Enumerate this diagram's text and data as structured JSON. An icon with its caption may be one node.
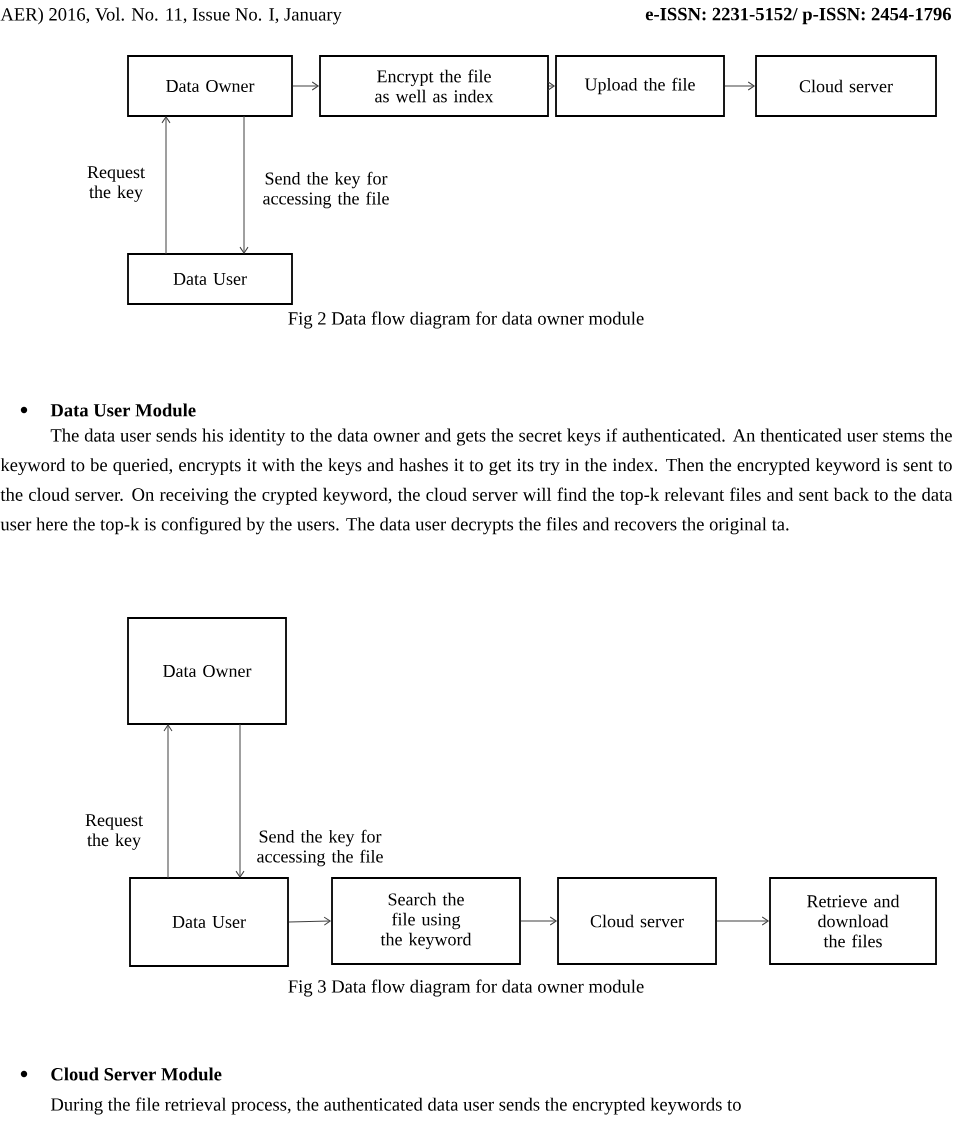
{
  "diagram": {
    "nodes": [
      {
        "text": [
          "Data Owner"
        ]
      },
      {
        "text": [
          "Encrypt the file as well as index"
        ]
      },
      {
        "text": [
          "Upload the file"
        ]
      },
      {
        "text": [
          "Cloud server"
        ]
      },
      {
        "text": [
          "Data User"
        ]
      },
      {
        "text": [
          "Data Owner"
        ]
      },
      {
        "text": [
          "Data User"
        ]
      },
      {
        "text": [
          "Search the file using the keyword"
        ]
      },
      {
        "text": [
          "Cloud server"
        ]
      },
      {
        "text": [
          "Retrieve and download the files"
        ]
      }
    ],
    "edges": [
      {
        "from": 0,
        "to": 1,
        "arrow": "to"
      },
      {
        "from": 1,
        "to": 2,
        "arrow": "to"
      },
      {
        "from": 2,
        "to": 3,
        "arrow": "to"
      },
      {
        "from": 4,
        "to": 0,
        "arrow": "to",
        "label": "Request the key"
      },
      {
        "from": 0,
        "to": 4,
        "arrow": "to",
        "label": "Send the key for accessing the file"
      },
      {
        "from": 6,
        "to": 5,
        "arrow": "to",
        "label": "Request the key"
      },
      {
        "from": 5,
        "to": 6,
        "arrow": "to",
        "label": "Send the key for accessing the file"
      },
      {
        "from": 6,
        "to": 7,
        "arrow": "to"
      },
      {
        "from": 7,
        "to": 8,
        "arrow": "to"
      },
      {
        "from": 8,
        "to": 9,
        "arrow": "to"
      }
    ],
    "labels": [
      "AER) 2016, Vol. No. 11, Issue No. I, January",
      "e-ISSN: 2231-5152/ p-ISSN: 2454-1796",
      "Fig 2 Data flow diagram for data owner module",
      "Data User Module",
      "The data user sends his identity to the data owner and gets the secret keys if authenticated. An thenticated user stems the keyword to be queried, encrypts it with the keys and hashes it to get its try in the index. Then the encrypted keyword is sent to the cloud server. On receiving the crypted keyword, the cloud server will find the top-k relevant files and sent back to the data user here the top-k is configured by the users. The data user decrypts the files and recovers the original ta.",
      "Fig 3 Data flow diagram for data owner module",
      "Cloud Server Module",
      "During the file retrieval process, the authenticated data user sends the encrypted keywords to"
    ]
  }
}
